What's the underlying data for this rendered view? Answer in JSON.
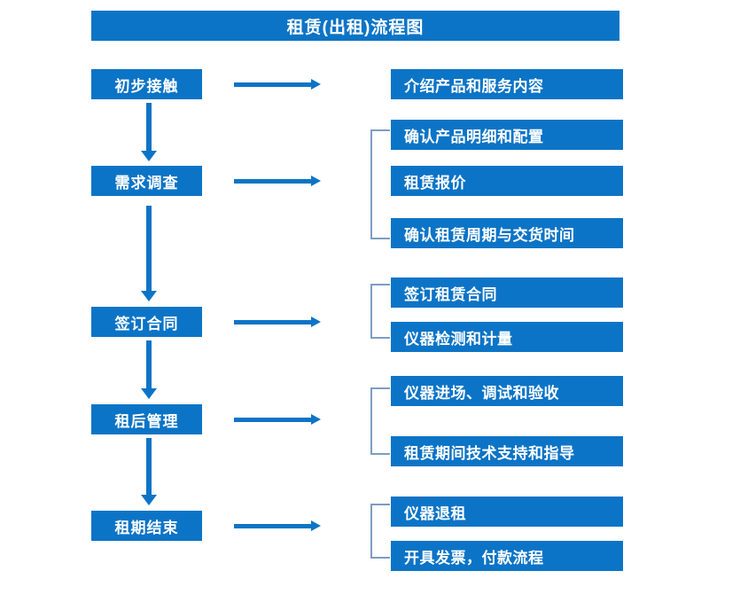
{
  "diagram": {
    "title": "租赁(出租)流程图",
    "colors": {
      "primary_blue": "#0c74c6",
      "bracket_gray_blue": "#7e9cc2",
      "background": "#ffffff",
      "box_text": "#ffffff"
    },
    "stages": [
      {
        "label": "初步接触"
      },
      {
        "label": "需求调查"
      },
      {
        "label": "签订合同"
      },
      {
        "label": "租后管理"
      },
      {
        "label": "租期结束"
      }
    ],
    "details": [
      {
        "label": "介绍产品和服务内容"
      },
      {
        "label": "确认产品明细和配置"
      },
      {
        "label": "租赁报价"
      },
      {
        "label": "确认租赁周期与交货时间"
      },
      {
        "label": "签订租赁合同"
      },
      {
        "label": "仪器检测和计量"
      },
      {
        "label": "仪器进场、调试和验收"
      },
      {
        "label": "租赁期间技术支持和指导"
      },
      {
        "label": "仪器退租"
      },
      {
        "label": "开具发票，付款流程"
      }
    ],
    "connector_count": {
      "horizontal_arrows": 5,
      "vertical_arrows": 4,
      "group_brackets": 4
    }
  }
}
